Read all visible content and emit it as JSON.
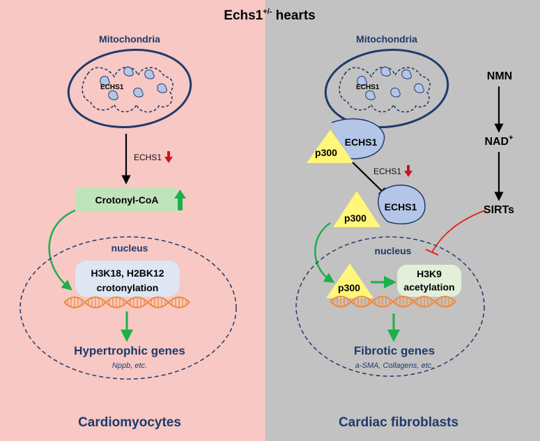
{
  "title": {
    "main": "Echs1",
    "superscript": "+/-",
    "rest": " hearts"
  },
  "left": {
    "mitochondria_label": "Mitochondria",
    "echs1_inside": "ECHS1",
    "arrow_label": "ECHS1",
    "crotonyl_label": "Crotonyl-CoA",
    "nucleus_label": "nucleus",
    "histone_line1": "H3K18, H2BK12",
    "histone_line2": "crotonylation",
    "genes_label": "Hypertrophic genes",
    "genes_examples": "Nppb, etc.",
    "cell_type": "Cardiomyocytes"
  },
  "right": {
    "mitochondria_label": "Mitochondria",
    "echs1_inside": "ECHS1",
    "p300_label": "p300",
    "echs1_bound": "ECHS1",
    "arrow_label": "ECHS1",
    "echs1_free": "ECHS1",
    "p300_free": "p300",
    "nucleus_label": "nucleus",
    "p300_nuclear": "p300",
    "acetyl_line1": "H3K9",
    "acetyl_line2": "acetylation",
    "genes_label": "Fibrotic genes",
    "genes_examples": "a-SMA, Collagens, etc.",
    "cell_type": "Cardiac fibroblasts",
    "nmn": "NMN",
    "nad": "NAD",
    "nad_sup": "+",
    "sirts": "SIRTs"
  },
  "colors": {
    "left_bg": "#f7c8c4",
    "right_bg": "#c2c2c2",
    "navy": "#1f3a6b",
    "green_arrow": "#1bb04a",
    "red_arrow": "#d0121b",
    "crotonyl_box": "#bfe4bb",
    "histone_box": "#dde6f2",
    "acetyl_box": "#e2f0d9",
    "echs1_fill": "#b4c6e7",
    "p300_fill": "#fff67a",
    "dna_orange": "#f08a3a",
    "inhibit_line": "#e0201e"
  }
}
